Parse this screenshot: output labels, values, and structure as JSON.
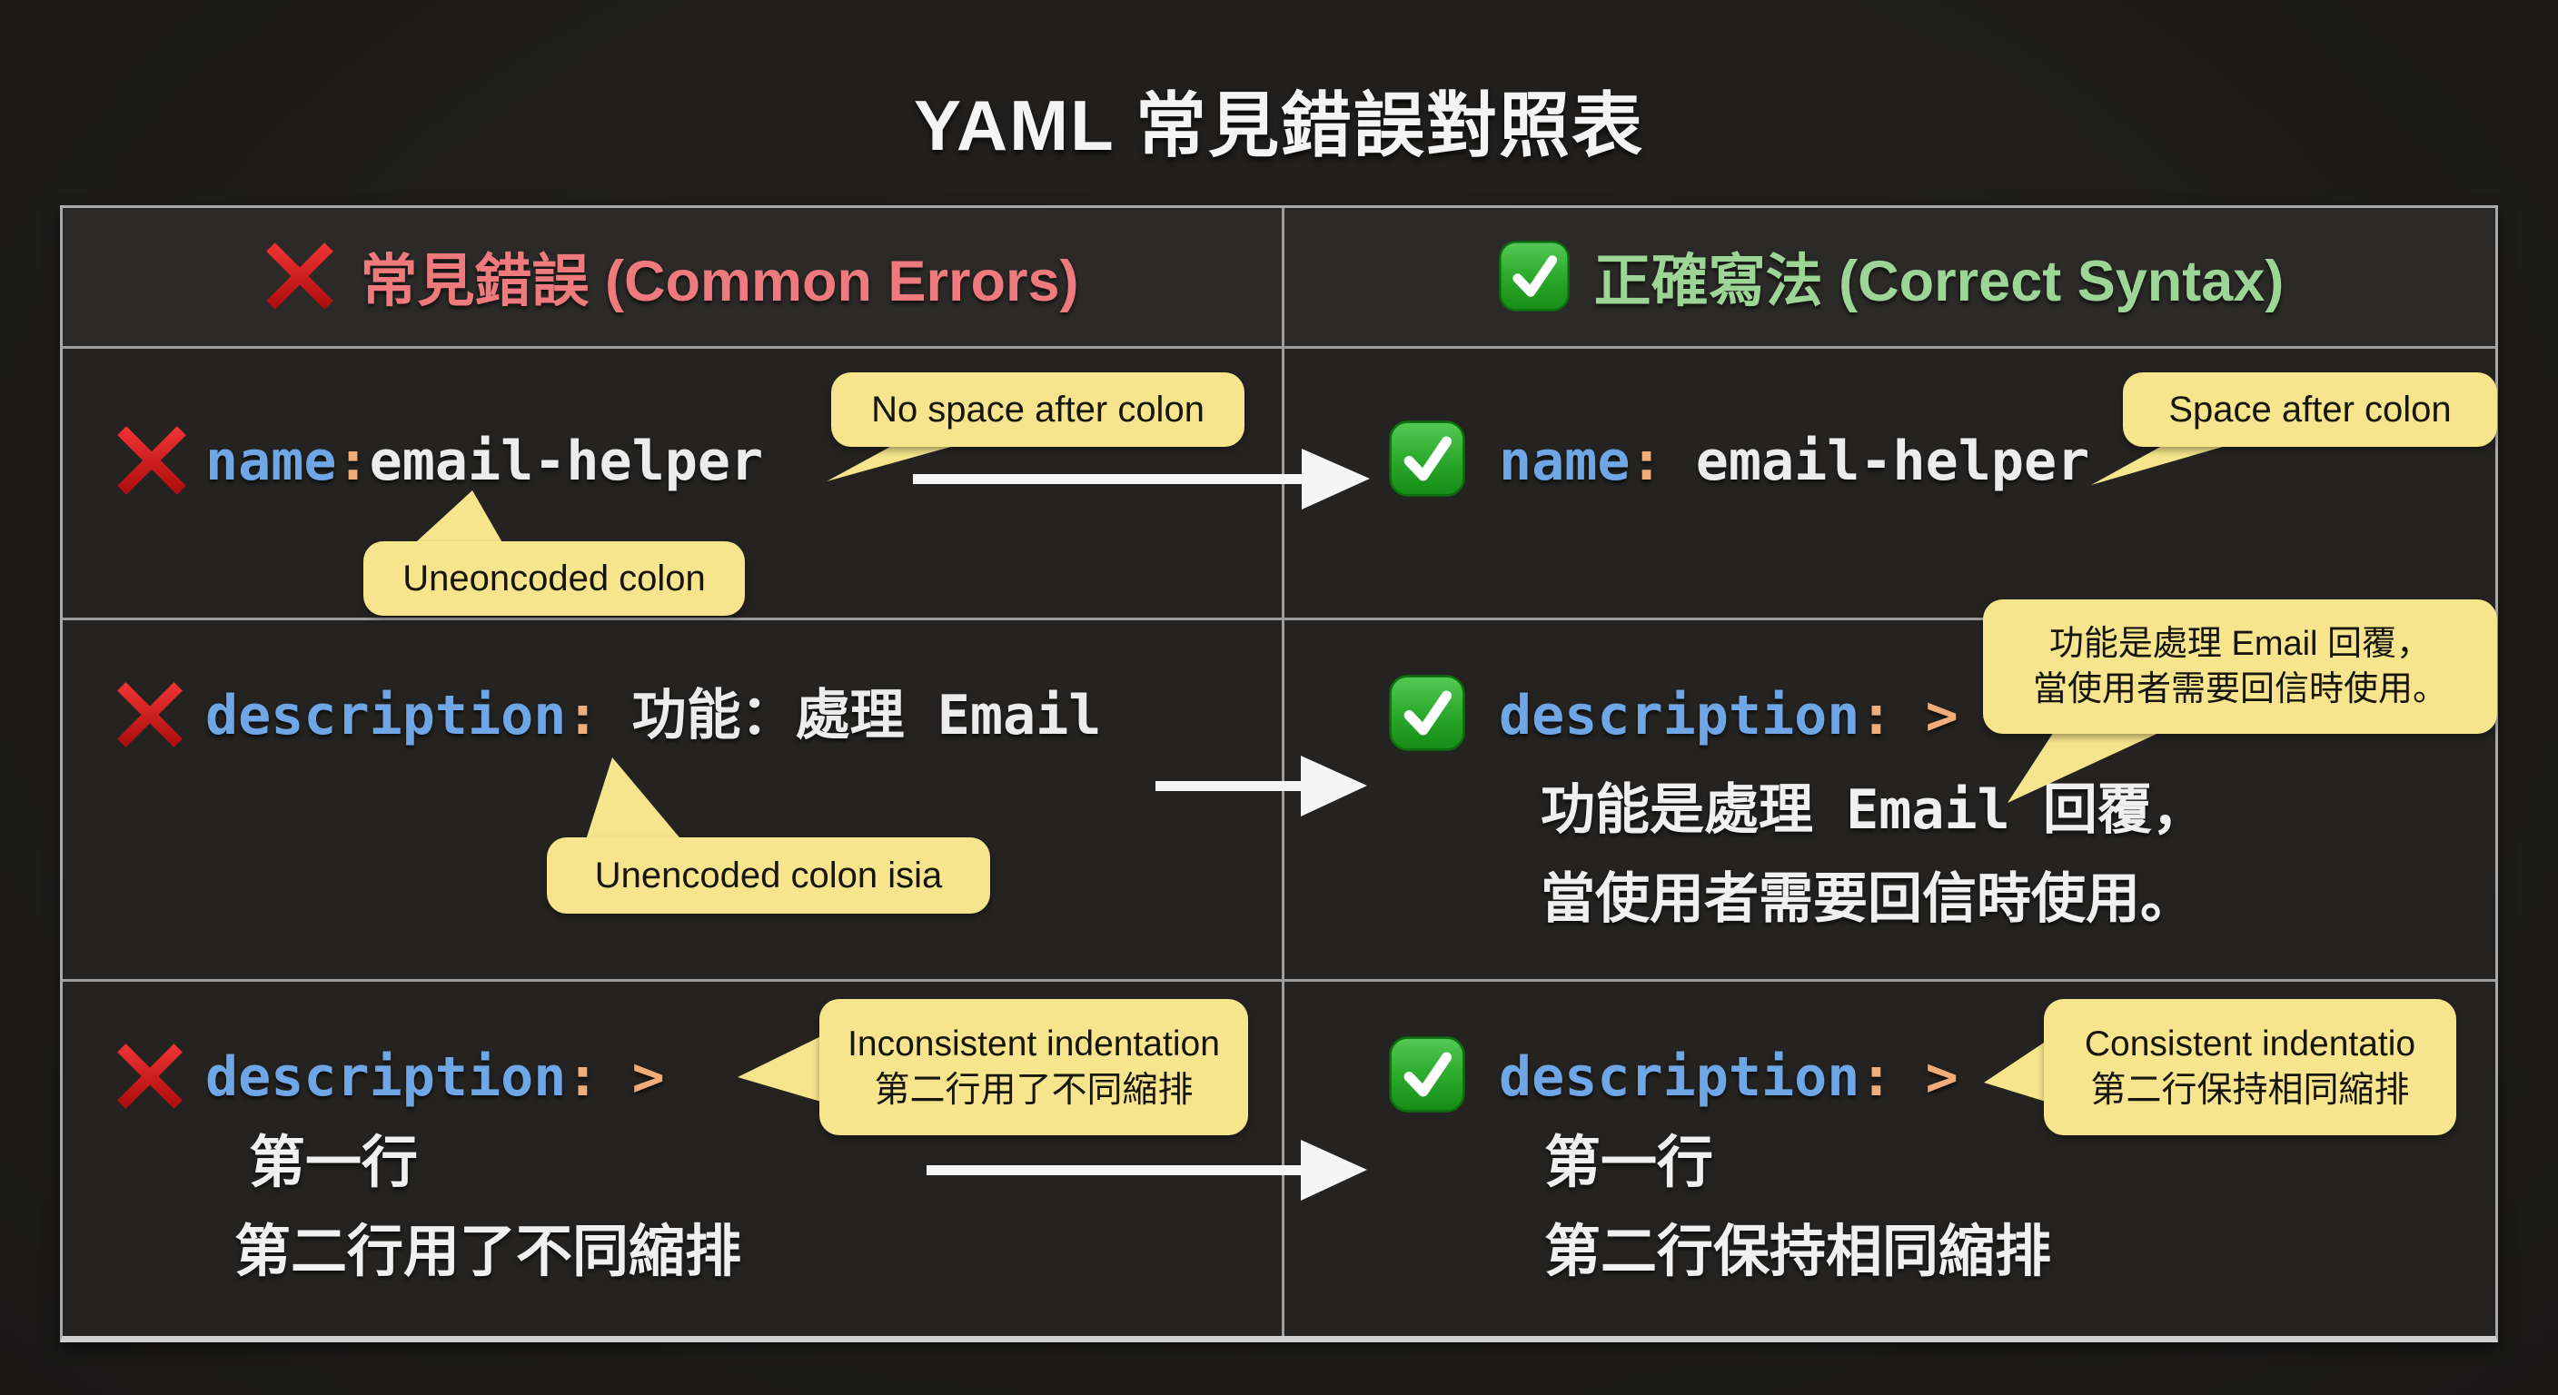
{
  "title": "YAML 常見錯誤對照表",
  "header": {
    "error_label": "常見錯誤 (Common Errors)",
    "correct_label": "正確寫法 (Correct Syntax)"
  },
  "icons": {
    "error": "red-cross-mark",
    "correct": "green-check-mark",
    "arrow": "white-right-arrow"
  },
  "rows": {
    "r1": {
      "error": {
        "key": "name",
        "colon": ":",
        "value": "email-helper"
      },
      "error_callout_top": "No space after colon",
      "error_callout_bottom": "Uneoncoded colon",
      "correct": {
        "key": "name",
        "colon": ":",
        "value": " email-helper"
      },
      "correct_callout": "Space after colon"
    },
    "r2": {
      "error": {
        "key": "description",
        "colon": ":",
        "value": " 功能：處理 Email"
      },
      "error_callout": "Unencoded colon isia",
      "correct": {
        "key": "description",
        "colon": ":",
        "value": " >"
      },
      "correct_callout_line1": "功能是處理 Email 回覆，",
      "correct_callout_line2": "當使用者需要回信時使用。",
      "correct_line1": "功能是處理 Email 回覆，",
      "correct_line2": "當使用者需要回信時使用。"
    },
    "r3": {
      "error": {
        "key": "description",
        "colon": ":",
        "value": " >"
      },
      "error_callout_line1": "Inconsistent indentation",
      "error_callout_line2": "第二行用了不同縮排",
      "error_line1": "第一行",
      "error_line2": "第二行用了不同縮排",
      "correct": {
        "key": "description",
        "colon": ":",
        "value": " >"
      },
      "correct_callout_line1": "Consistent indentatio",
      "correct_callout_line2": "第二行保持相同縮排",
      "correct_line1": "第一行",
      "correct_line2": "第二行保持相同縮排"
    }
  },
  "colors": {
    "background": "#1f1e1c",
    "table_border": "#a9a9a9",
    "header_error_text": "#ef7a7e",
    "header_correct_text": "#9cd596",
    "code_key": "#6fa6e6",
    "code_punct": "#f0ad7a",
    "code_value": "#ececec",
    "bubble_fill": "#f6e58d",
    "cross_red": "#d41c1c",
    "check_green": "#27a427"
  }
}
